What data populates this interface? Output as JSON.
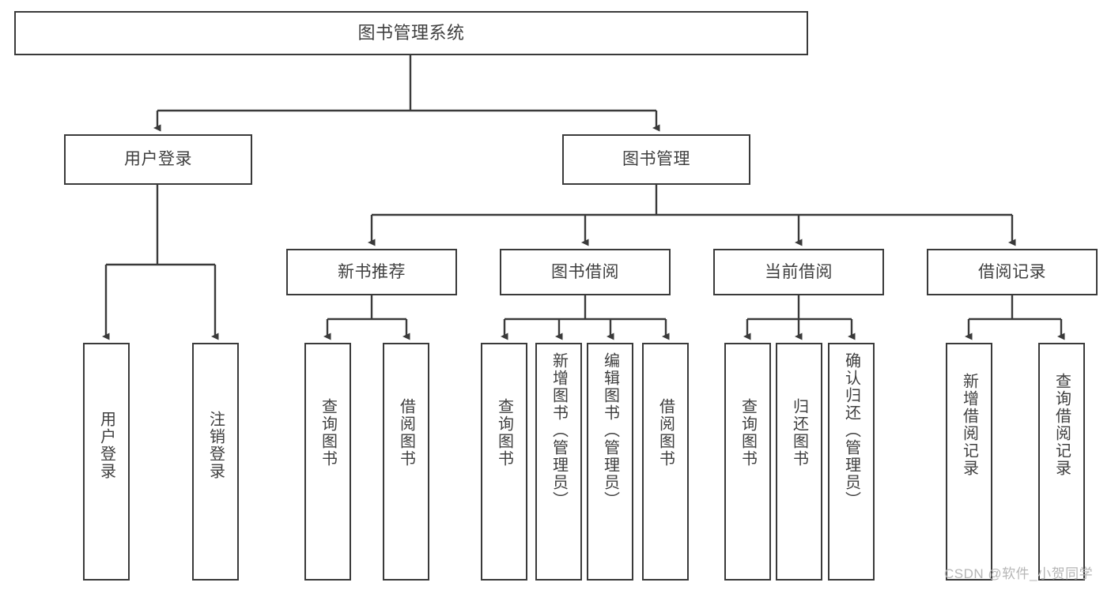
{
  "diagram": {
    "type": "tree",
    "title": "图书管理系统",
    "orientation": "top-down",
    "accent_color": "#3a3a3a",
    "background_color": "#ffffff",
    "text_color": "#3f3f3f",
    "root": {
      "label": "图书管理系统"
    },
    "level2": [
      {
        "label": "用户登录"
      },
      {
        "label": "图书管理"
      }
    ],
    "level3": [
      {
        "label": "新书推荐"
      },
      {
        "label": "图书借阅"
      },
      {
        "label": "当前借阅"
      },
      {
        "label": "借阅记录"
      }
    ],
    "leaves": {
      "user_login": [
        {
          "label": "用户登录"
        },
        {
          "label": "注销登录"
        }
      ],
      "new_book_recommend": [
        {
          "label": "查询图书"
        },
        {
          "label": "借阅图书"
        }
      ],
      "book_borrow": [
        {
          "label": "查询图书"
        },
        {
          "label": "新增图书（管理员）"
        },
        {
          "label": "编辑图书（管理员）"
        },
        {
          "label": "借阅图书"
        }
      ],
      "current_borrow": [
        {
          "label": "查询图书"
        },
        {
          "label": "归还图书"
        },
        {
          "label": "确认归还（管理员）"
        }
      ],
      "borrow_record": [
        {
          "label": "新增借阅记录"
        },
        {
          "label": "查询借阅记录"
        }
      ]
    }
  },
  "watermark": {
    "text": "CSDN @软件_小贺同学"
  }
}
